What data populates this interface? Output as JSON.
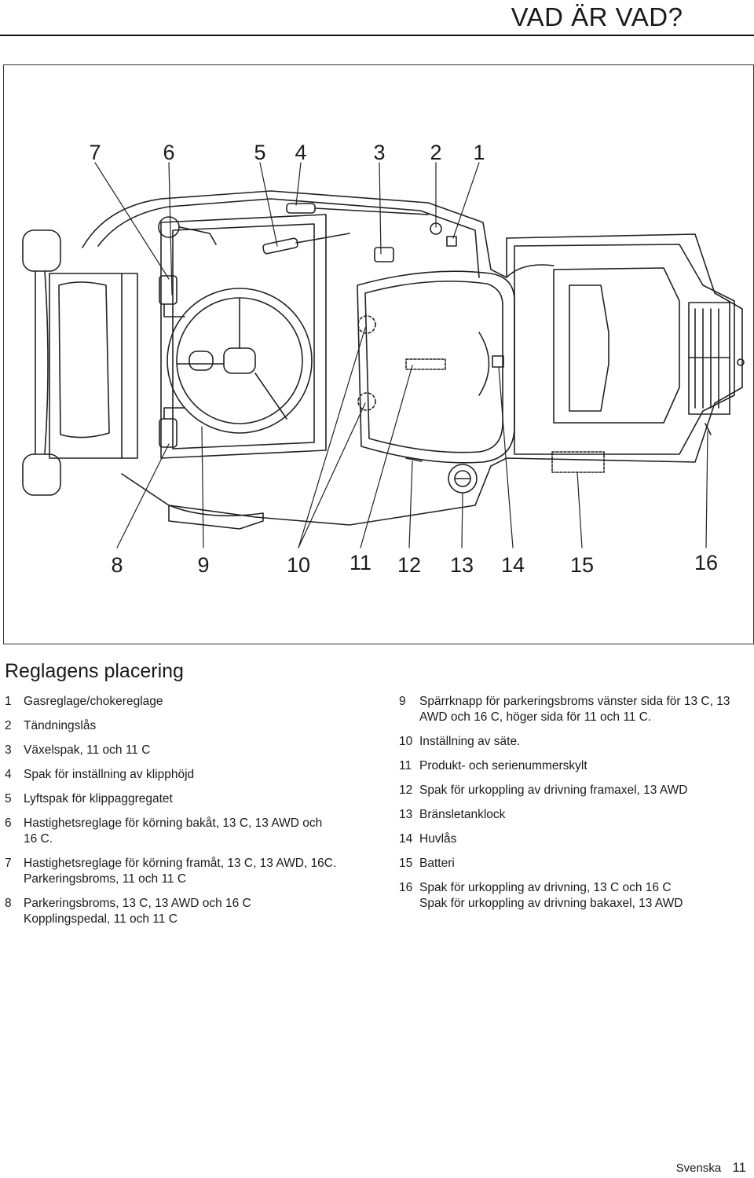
{
  "header": {
    "title": "VAD ÄR VAD?"
  },
  "figure": {
    "callouts_top": [
      "7",
      "6",
      "5",
      "4",
      "3",
      "2",
      "1"
    ],
    "callouts_bottom": [
      "8",
      "9",
      "10",
      "11",
      "12",
      "13",
      "14",
      "15",
      "16"
    ]
  },
  "section": {
    "title": "Reglagens placering"
  },
  "legend_left": [
    {
      "num": "1",
      "lines": [
        "Gasreglage/chokereglage"
      ]
    },
    {
      "num": "2",
      "lines": [
        "Tändningslås"
      ]
    },
    {
      "num": "3",
      "lines": [
        "Växelspak, 11 och 11 C"
      ]
    },
    {
      "num": "4",
      "lines": [
        "Spak för inställning av klipphöjd"
      ]
    },
    {
      "num": "5",
      "lines": [
        "Lyftspak för klippaggregatet"
      ]
    },
    {
      "num": "6",
      "lines": [
        "Hastighetsreglage för körning bakåt, 13 C, 13 AWD och",
        "16 C."
      ]
    },
    {
      "num": "7",
      "lines": [
        "Hastighetsreglage för körning framåt, 13 C, 13 AWD, 16C.",
        "Parkeringsbroms, 11 och 11 C"
      ]
    },
    {
      "num": "8",
      "lines": [
        "Parkeringsbroms, 13 C, 13 AWD och  16 C",
        "Kopplingspedal, 11 och 11 C"
      ]
    }
  ],
  "legend_right": [
    {
      "num": "9",
      "lines": [
        "Spärrknapp för parkeringsbroms vänster sida för 13 C, 13",
        "AWD och 16 C, höger sida för 11 och 11 C."
      ]
    },
    {
      "num": "10",
      "lines": [
        "Inställning av säte."
      ]
    },
    {
      "num": "11",
      "lines": [
        "Produkt- och serienummerskylt"
      ]
    },
    {
      "num": "12",
      "lines": [
        "Spak för urkoppling av drivning framaxel, 13 AWD"
      ]
    },
    {
      "num": "13",
      "lines": [
        "Bränsletanklock"
      ]
    },
    {
      "num": "14",
      "lines": [
        "Huvlås"
      ]
    },
    {
      "num": "15",
      "lines": [
        "Batteri"
      ]
    },
    {
      "num": "16",
      "lines": [
        "Spak för urkoppling av drivning, 13 C och 16 C",
        "Spak för urkoppling av drivning bakaxel, 13 AWD"
      ]
    }
  ],
  "footer": {
    "language": "Svenska",
    "page": "11"
  }
}
